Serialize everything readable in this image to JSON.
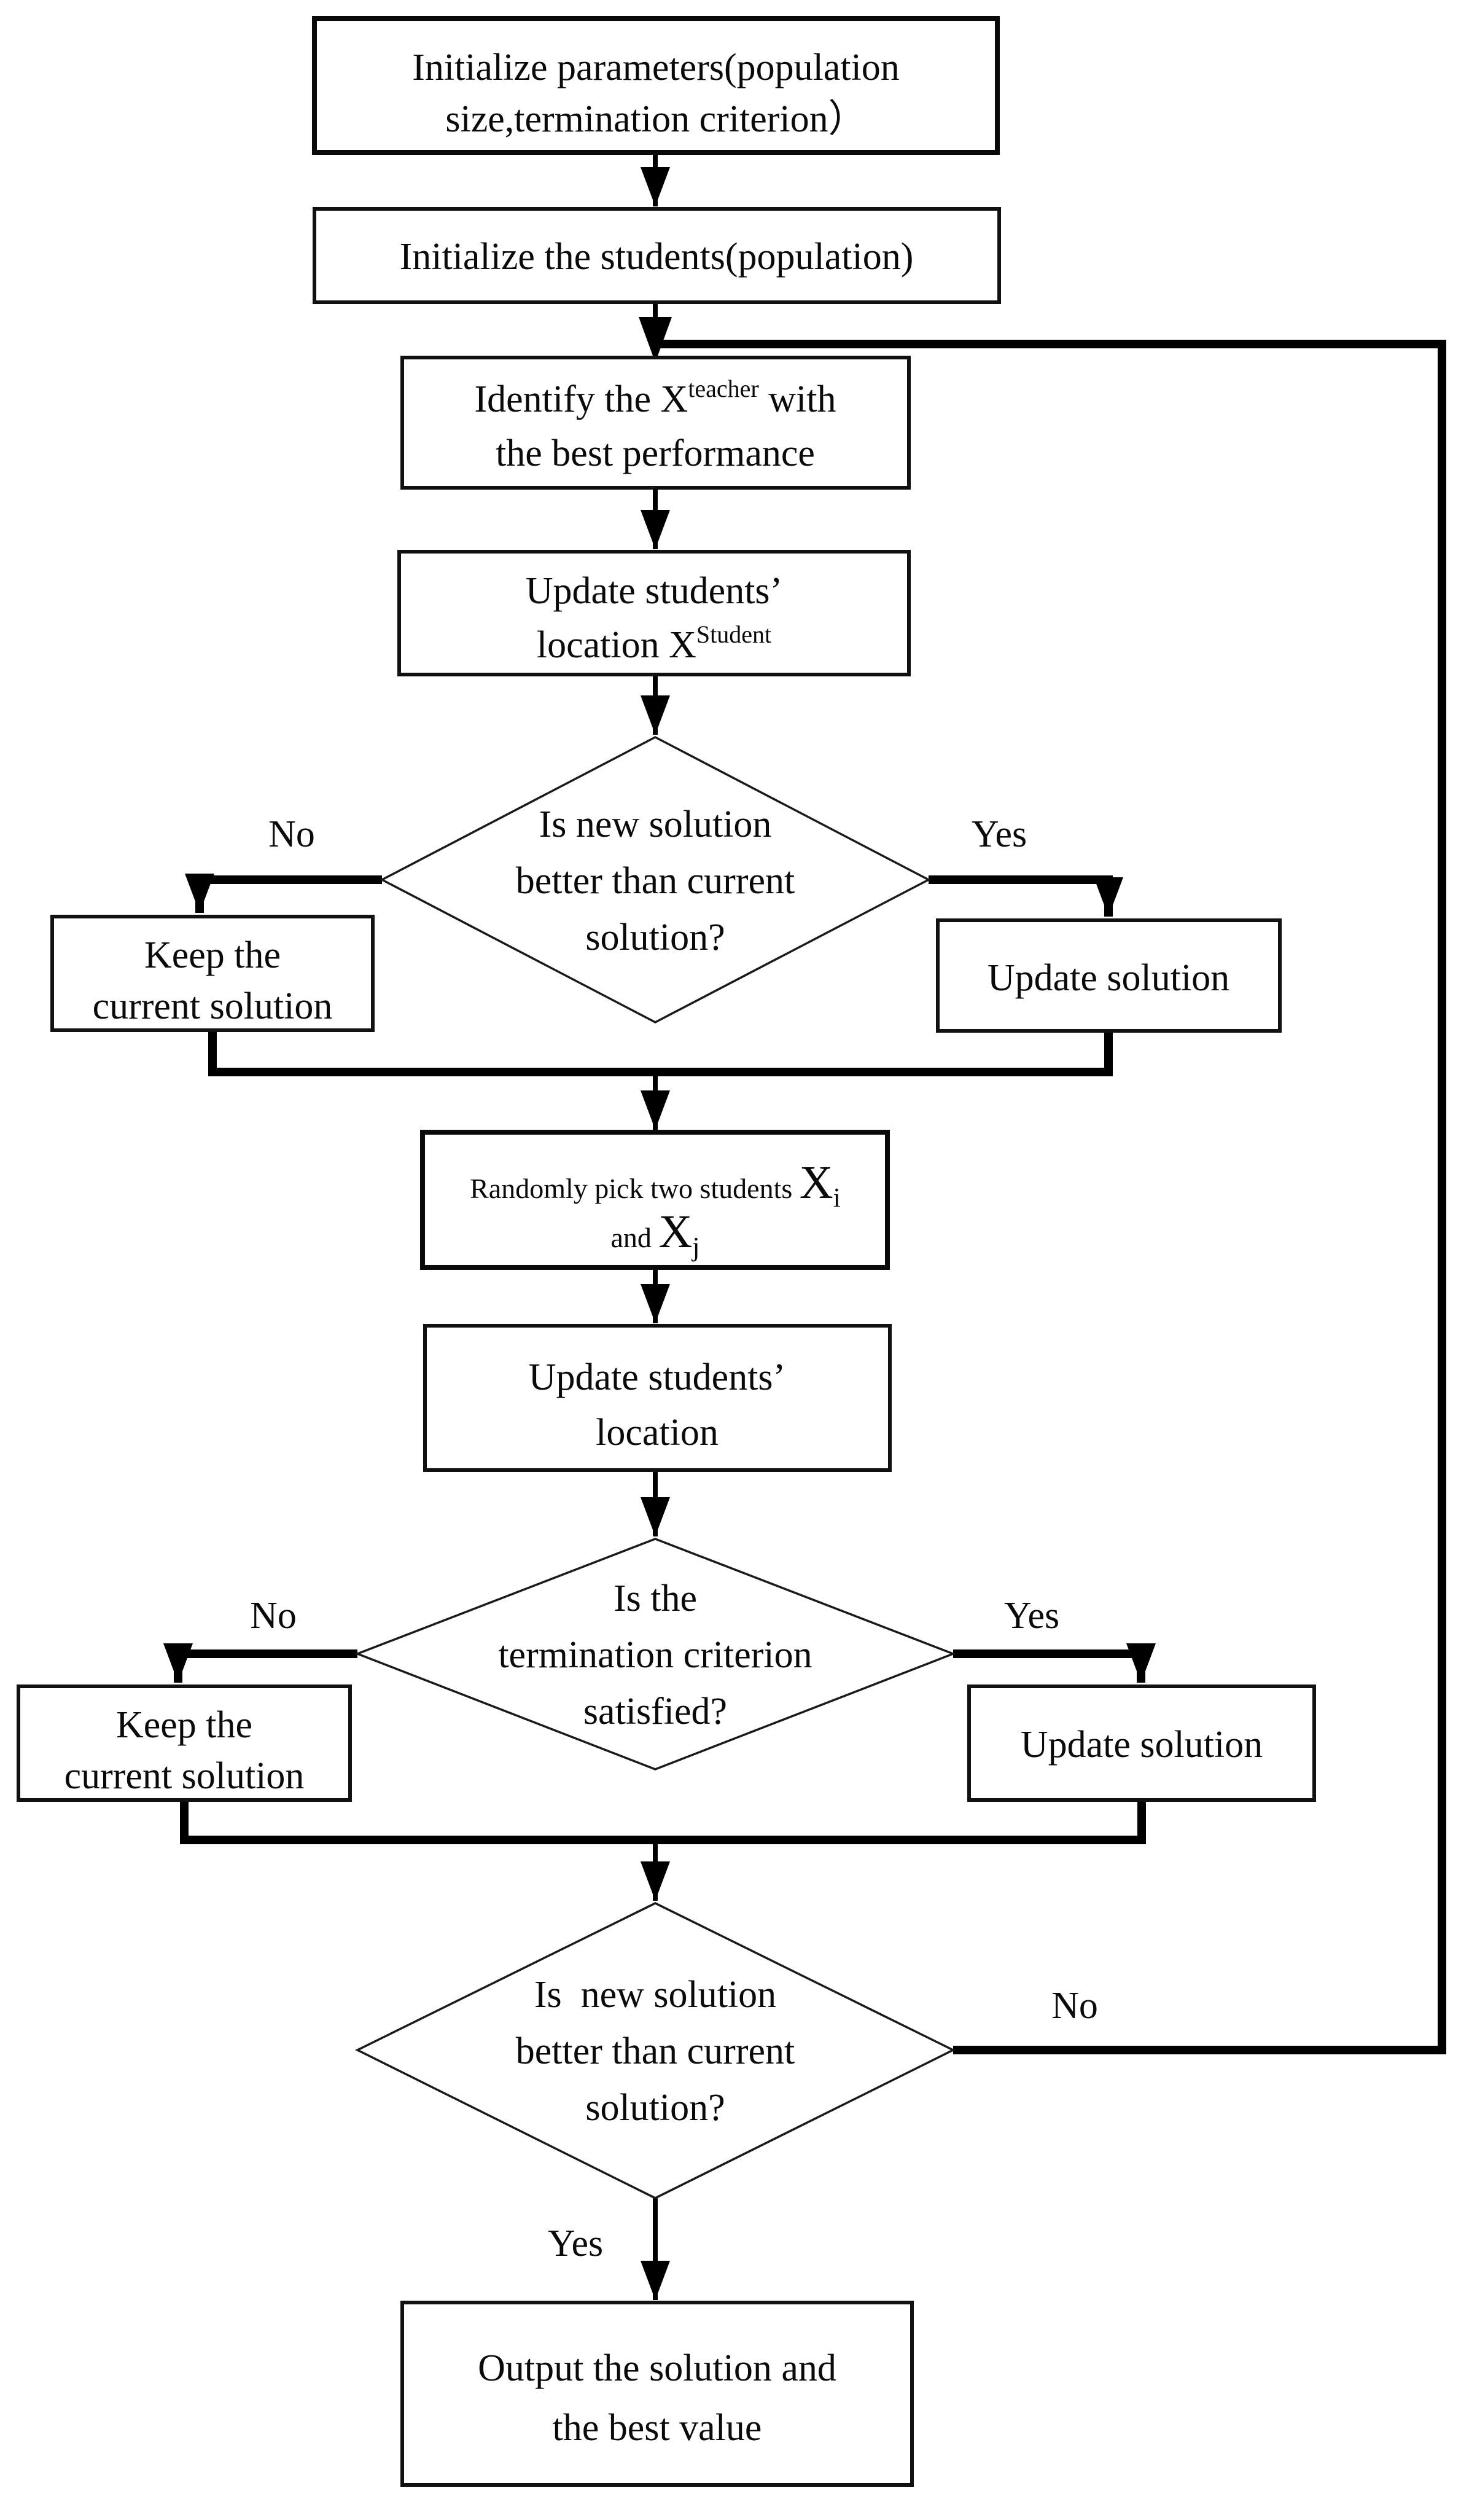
{
  "colors": {
    "background": "#ffffff",
    "stroke": "#000000"
  },
  "flowchart": {
    "init_params": {
      "line1": "Initialize parameters(population",
      "line2": "size,termination criterion）"
    },
    "init_students": {
      "label": "Initialize the students(population)"
    },
    "identify_teacher": {
      "prefix": "Identify the X",
      "sup": "teacher",
      "suffix": " with",
      "line2": "the best performance"
    },
    "update_students_teacher": {
      "line1": "Update students’",
      "prefix2": "location X",
      "sup": "Student"
    },
    "decision1": {
      "line1": "Is new solution",
      "line2": "better than current",
      "line3": "solution?",
      "no": "No",
      "yes": "Yes"
    },
    "keep_current1": {
      "line1": "Keep the",
      "line2": "current solution"
    },
    "update_solution1": {
      "label": "Update solution"
    },
    "random_pick": {
      "prefix": "Randomly pick two students ",
      "x1": "X",
      "sub1": "i",
      "and": "and ",
      "x2": "X",
      "sub2": "j"
    },
    "update_location": {
      "line1": "Update students’",
      "line2": "location"
    },
    "decision2": {
      "line1": "Is the",
      "line2": "termination criterion",
      "line3": "satisfied?",
      "no": "No",
      "yes": "Yes"
    },
    "keep_current2": {
      "line1": "Keep the",
      "line2": "current solution"
    },
    "update_solution2": {
      "label": "Update solution"
    },
    "decision3": {
      "line1": "Is  new solution",
      "line2": "better than current",
      "line3": "solution?",
      "no": "No",
      "yes": "Yes"
    },
    "output": {
      "line1": "Output the solution and",
      "line2": "the best value"
    }
  }
}
